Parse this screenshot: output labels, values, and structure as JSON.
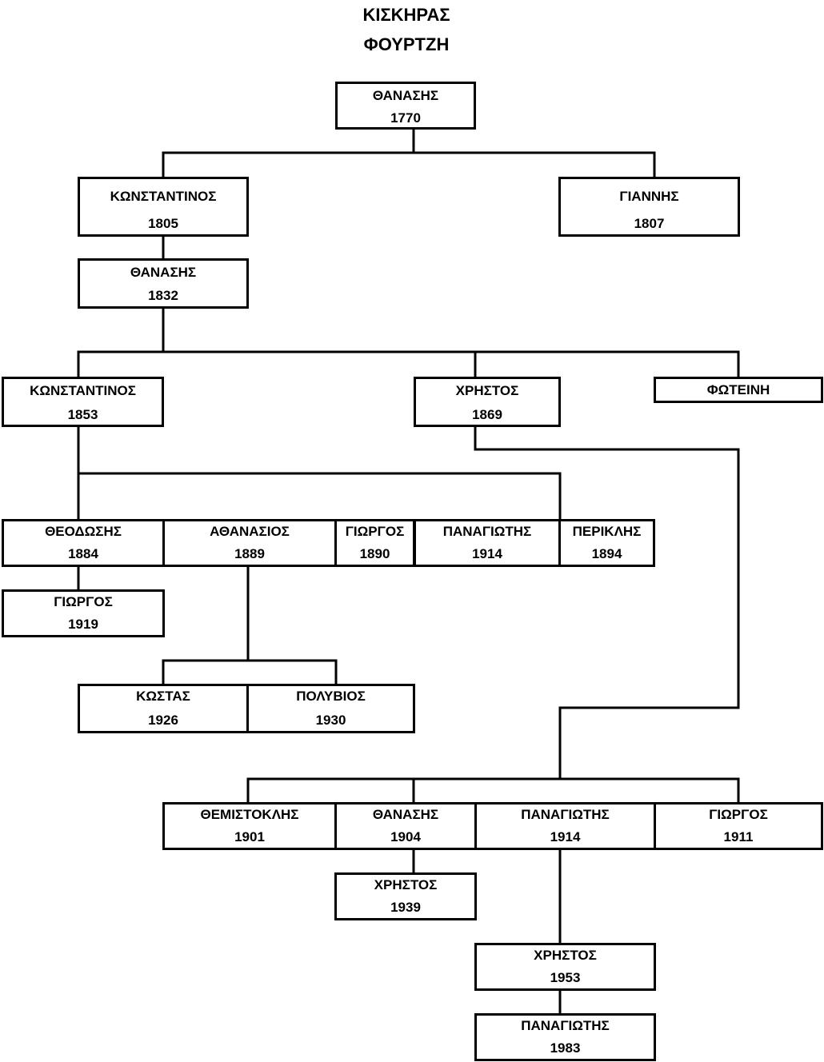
{
  "title": {
    "line1": "ΚΙΣΚΗΡΑΣ",
    "line2": "ΦΟΥΡΤΖΗ"
  },
  "persons": {
    "thanasis_1770": {
      "name": "ΘΑΝΑΣΗΣ",
      "year": "1770"
    },
    "konstantinos_1805": {
      "name": "ΚΩΝΣΤΑΝΤΙΝΟΣ",
      "year": "1805"
    },
    "giannis_1807": {
      "name": "ΓΙΑΝΝΗΣ",
      "year": "1807"
    },
    "thanasis_1832": {
      "name": "ΘΑΝΑΣΗΣ",
      "year": "1832"
    },
    "konstantinos_1853": {
      "name": "ΚΩΝΣΤΑΝΤΙΝΟΣ",
      "year": "1853"
    },
    "christos_1869": {
      "name": "ΧΡΗΣΤΟΣ",
      "year": "1869"
    },
    "foteini": {
      "name": "ΦΩΤΕΙΝΗ"
    },
    "theodosis_1884": {
      "name": "ΘΕΟΔΩΣΗΣ",
      "year": "1884"
    },
    "athanasios_1889": {
      "name": "ΑΘΑΝΑΣΙΟΣ",
      "year": "1889"
    },
    "giorgos_1890": {
      "name": "ΓΙΩΡΓΟΣ",
      "year": "1890"
    },
    "panagiotis_1914a": {
      "name": "ΠΑΝΑΓΙΩΤΗΣ",
      "year": "1914"
    },
    "periklis_1894": {
      "name": "ΠΕΡΙΚΛΗΣ",
      "year": "1894"
    },
    "giorgos_1919": {
      "name": "ΓΙΩΡΓΟΣ",
      "year": "1919"
    },
    "kostas_1926": {
      "name": "ΚΩΣΤΑΣ",
      "year": "1926"
    },
    "polyvios_1930": {
      "name": "ΠΟΛΥΒΙΟΣ",
      "year": "1930"
    },
    "themistoklis_1901": {
      "name": "ΘΕΜΙΣΤΟΚΛΗΣ",
      "year": "1901"
    },
    "thanasis_1904": {
      "name": "ΘΑΝΑΣΗΣ",
      "year": "1904"
    },
    "panagiotis_1914b": {
      "name": "ΠΑΝΑΓΙΩΤΗΣ",
      "year": "1914"
    },
    "giorgos_1911": {
      "name": "ΓΙΩΡΓΟΣ",
      "year": "1911"
    },
    "christos_1939": {
      "name": "ΧΡΗΣΤΟΣ",
      "year": "1939"
    },
    "christos_1953": {
      "name": "ΧΡΗΣΤΟΣ",
      "year": "1953"
    },
    "panagiotis_1983": {
      "name": "ΠΑΝΑΓΙΩΤΗΣ",
      "year": "1983"
    }
  }
}
